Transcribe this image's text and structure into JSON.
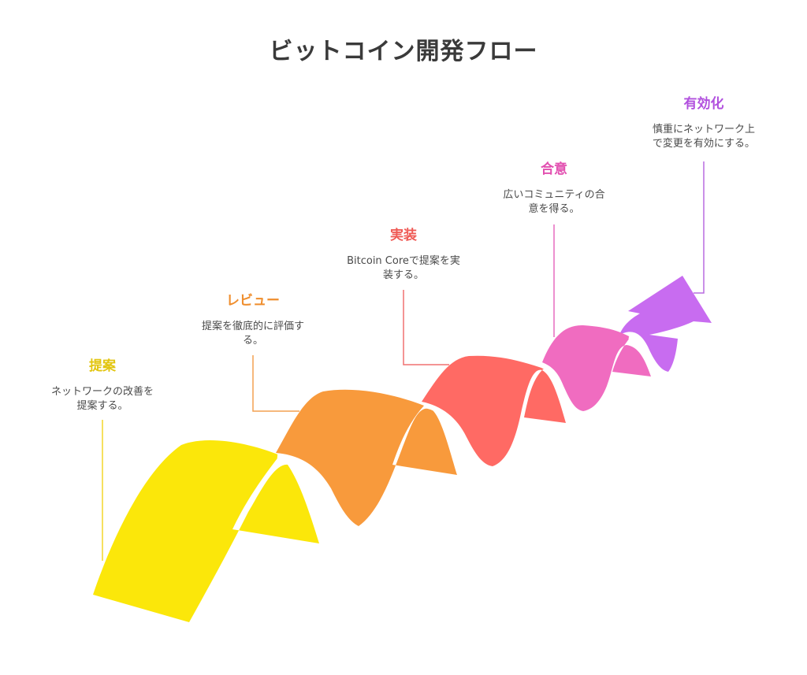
{
  "title": "ビットコイン開発フロー",
  "steps": [
    {
      "title": "提案",
      "description": "ネットワークの改善を\n提案する。",
      "color": "#f0d21a"
    },
    {
      "title": "レビュー",
      "description": "提案を徹底的に評価す\nる。",
      "color": "#f0963a"
    },
    {
      "title": "実装",
      "description": "Bitcoin Coreで提案を実\n装する。",
      "color": "#f26460"
    },
    {
      "title": "合意",
      "description": "広いコミュニティの合\n意を得る。",
      "color": "#e85cb5"
    },
    {
      "title": "有効化",
      "description": "慎重にネットワーク上\nで変更を有効にする。",
      "color": "#b25de0"
    }
  ]
}
